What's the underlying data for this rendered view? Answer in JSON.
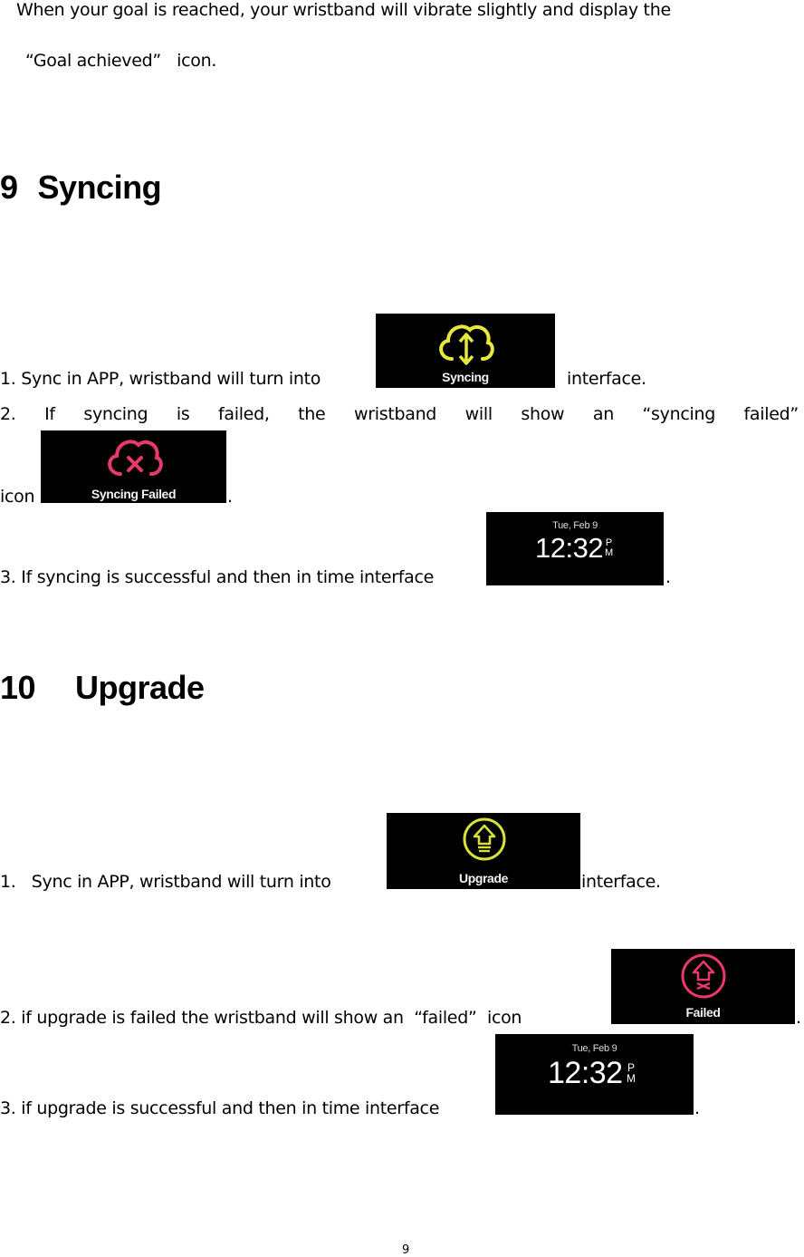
{
  "intro": {
    "line1": "When your goal is reached, your wristband will vibrate slightly and display the",
    "line2": "“Goal achieved”   icon."
  },
  "section9": {
    "number": "9",
    "title": "Syncing",
    "item1_text": "1. Sync in APP, wristband will turn into",
    "item1_suffix": "interface.",
    "item2_words": [
      "2.",
      "If",
      "syncing",
      "is",
      "failed,",
      "the",
      "wristband",
      "will",
      "show",
      "an",
      "“syncing",
      "failed”"
    ],
    "item2_prefix": "icon",
    "item2_suffix": ".",
    "item3_text": "3. If syncing is successful and then in time interface",
    "item3_suffix": ".",
    "screens": {
      "syncing": {
        "label": "Syncing",
        "icon": "cloud-sync-icon",
        "color": "#e6e83a"
      },
      "sync_failed": {
        "label": "Syncing Failed",
        "icon": "cloud-x-icon",
        "color": "#e83a6a"
      },
      "time": {
        "date": "Tue, Feb 9",
        "time": "12:32",
        "ampm_top": "P",
        "ampm_bottom": "M"
      }
    }
  },
  "section10": {
    "number": "10",
    "title": "Upgrade",
    "item1_text": "1.   Sync in APP, wristband will turn into",
    "item1_suffix": "interface.",
    "item2_text": "2. if upgrade is failed the wristband will show an  “failed”  icon",
    "item2_suffix": ".",
    "item3_text": "3. if upgrade is successful and then in time interface",
    "item3_suffix": ".",
    "screens": {
      "upgrade": {
        "label": "Upgrade",
        "icon": "upgrade-arrow-icon",
        "color": "#d8e03a"
      },
      "failed": {
        "label": "Failed",
        "icon": "upgrade-failed-icon",
        "color": "#e8386a"
      },
      "time": {
        "date": "Tue, Feb 9",
        "time": "12:32",
        "ampm_top": "P",
        "ampm_bottom": "M"
      }
    }
  },
  "footer": {
    "page_number": "9"
  }
}
